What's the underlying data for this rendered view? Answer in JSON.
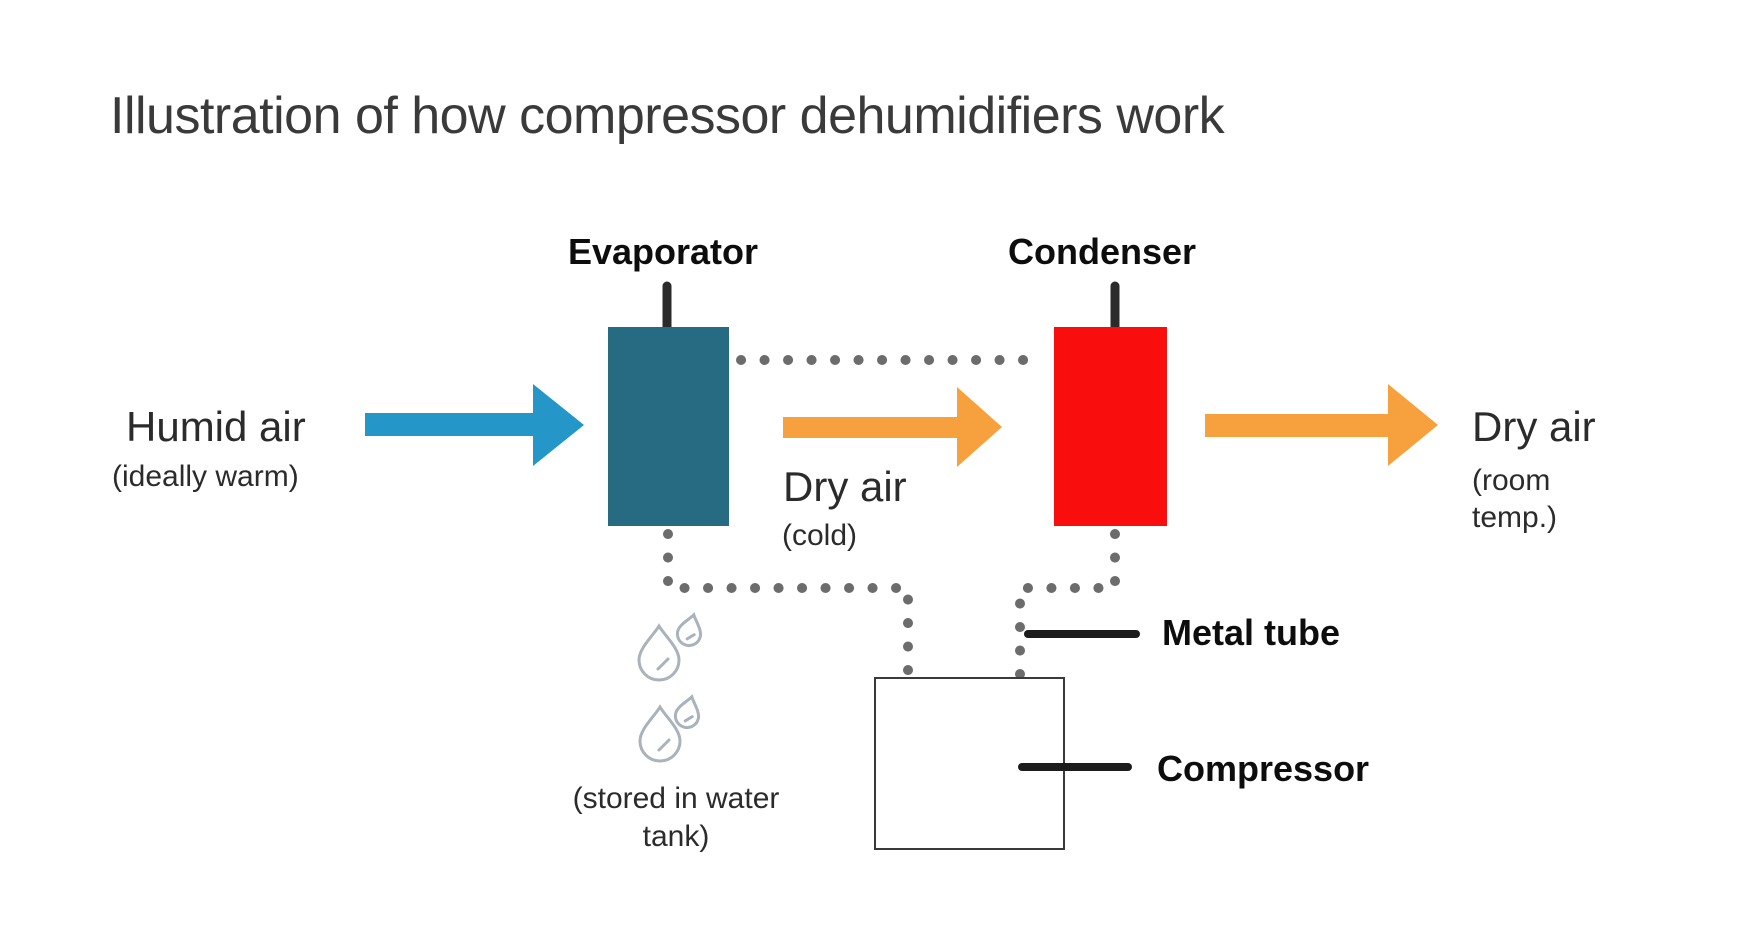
{
  "title": "Illustration of how compressor dehumidifiers work",
  "diagram": {
    "evaporator": {
      "label": "Evaporator",
      "color": "#266b82"
    },
    "condenser": {
      "label": "Condenser",
      "color": "#f90d0d"
    },
    "compressor": {
      "label": "Compressor"
    },
    "metal_tube": {
      "label": "Metal tube"
    },
    "flows": {
      "humid_air": {
        "label": "Humid air",
        "note": "(ideally warm)",
        "color": "#2596c8"
      },
      "dry_air_cold": {
        "label": "Dry air",
        "note": "(cold)",
        "color": "#f6a13e"
      },
      "dry_air_room": {
        "label": "Dry air",
        "note": "(room temp.)",
        "color": "#f6a13e"
      }
    },
    "condensate_note": "(stored in water tank)",
    "pipe_dot_color": "#6c6c6c",
    "tube_color": "#2b2b2b",
    "droplet_color": "#a8b3bc"
  }
}
